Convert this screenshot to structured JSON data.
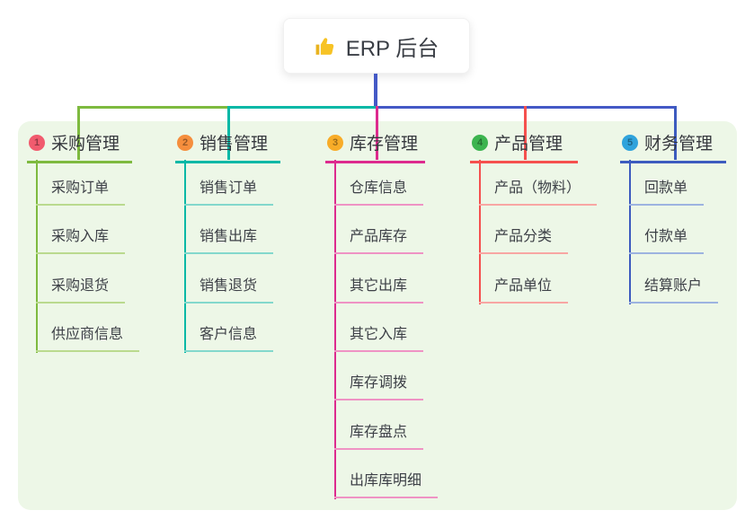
{
  "root": {
    "label": "ERP 后台",
    "icon": "thumbs-up-icon"
  },
  "colors": {
    "panel_bg": "#edf7e7",
    "root_connector": "#4459c6",
    "card_bg": "#ffffff",
    "header_text": "#36383e",
    "child_text": "#3d4047"
  },
  "branches": [
    {
      "number": "1",
      "label": "采购管理",
      "badge_color": "#f15b6e",
      "line_color": "#7eba3f",
      "child_line_color": "#bada8e",
      "children": [
        "采购订单",
        "采购入库",
        "采购退货",
        "供应商信息"
      ]
    },
    {
      "number": "2",
      "label": "销售管理",
      "badge_color": "#f58e3d",
      "line_color": "#06b8a6",
      "child_line_color": "#83d8cc",
      "children": [
        "销售订单",
        "销售出库",
        "销售退货",
        "客户信息"
      ]
    },
    {
      "number": "3",
      "label": "库存管理",
      "badge_color": "#f8ac28",
      "line_color": "#dd2a8e",
      "child_line_color": "#ef93c4",
      "children": [
        "仓库信息",
        "产品库存",
        "其它出库",
        "其它入库",
        "库存调拨",
        "库存盘点",
        "出库库明细"
      ]
    },
    {
      "number": "4",
      "label": "产品管理",
      "badge_color": "#3cb44f",
      "line_color": "#f5504e",
      "child_line_color": "#f8a6a3",
      "children": [
        "产品（物料）",
        "产品分类",
        "产品单位"
      ]
    },
    {
      "number": "5",
      "label": "财务管理",
      "badge_color": "#2fa3dc",
      "line_color": "#3d5bbf",
      "child_line_color": "#9db3e0",
      "children": [
        "回款单",
        "付款单",
        "结算账户"
      ]
    }
  ]
}
